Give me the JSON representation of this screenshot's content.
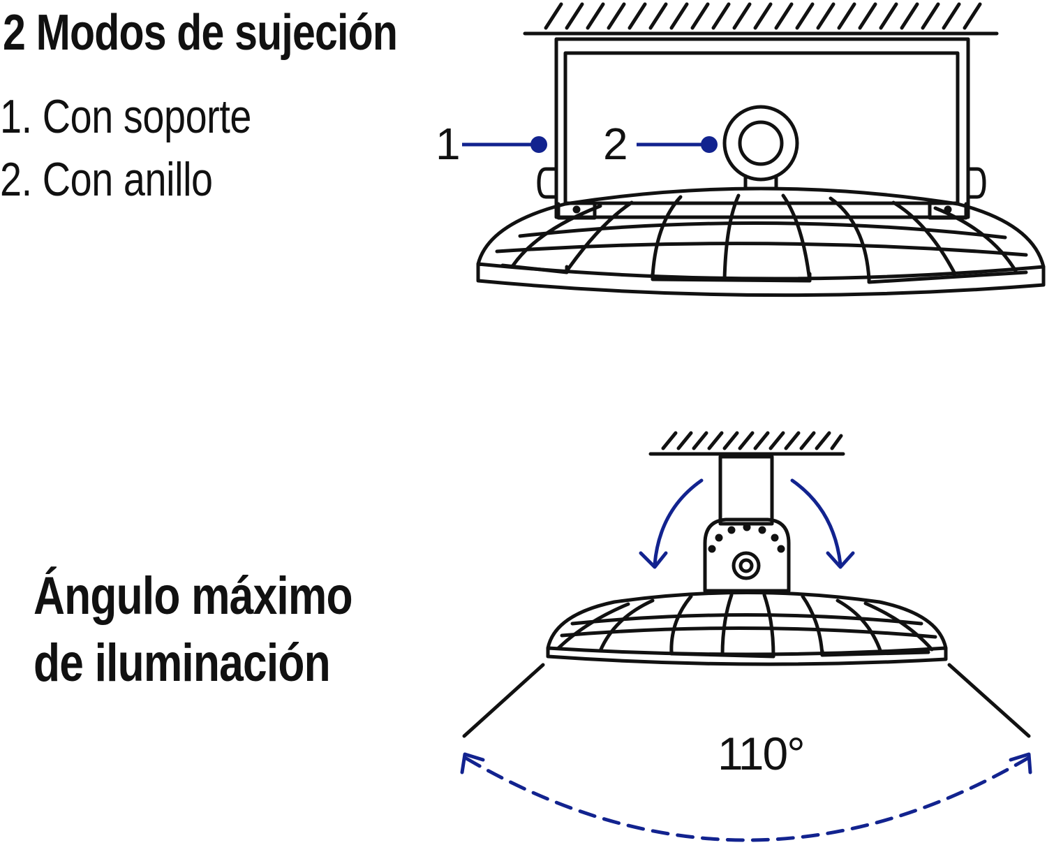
{
  "mounting": {
    "title": "2 Modos de sujeción",
    "items": [
      "1.  Con soporte",
      "2. Con anillo"
    ],
    "callouts": [
      "1",
      "2"
    ]
  },
  "angle": {
    "title_line1": "Ángulo máximo",
    "title_line2": "de iluminación",
    "value": "110°"
  },
  "colors": {
    "ink": "#111111",
    "accent": "#12238f"
  }
}
